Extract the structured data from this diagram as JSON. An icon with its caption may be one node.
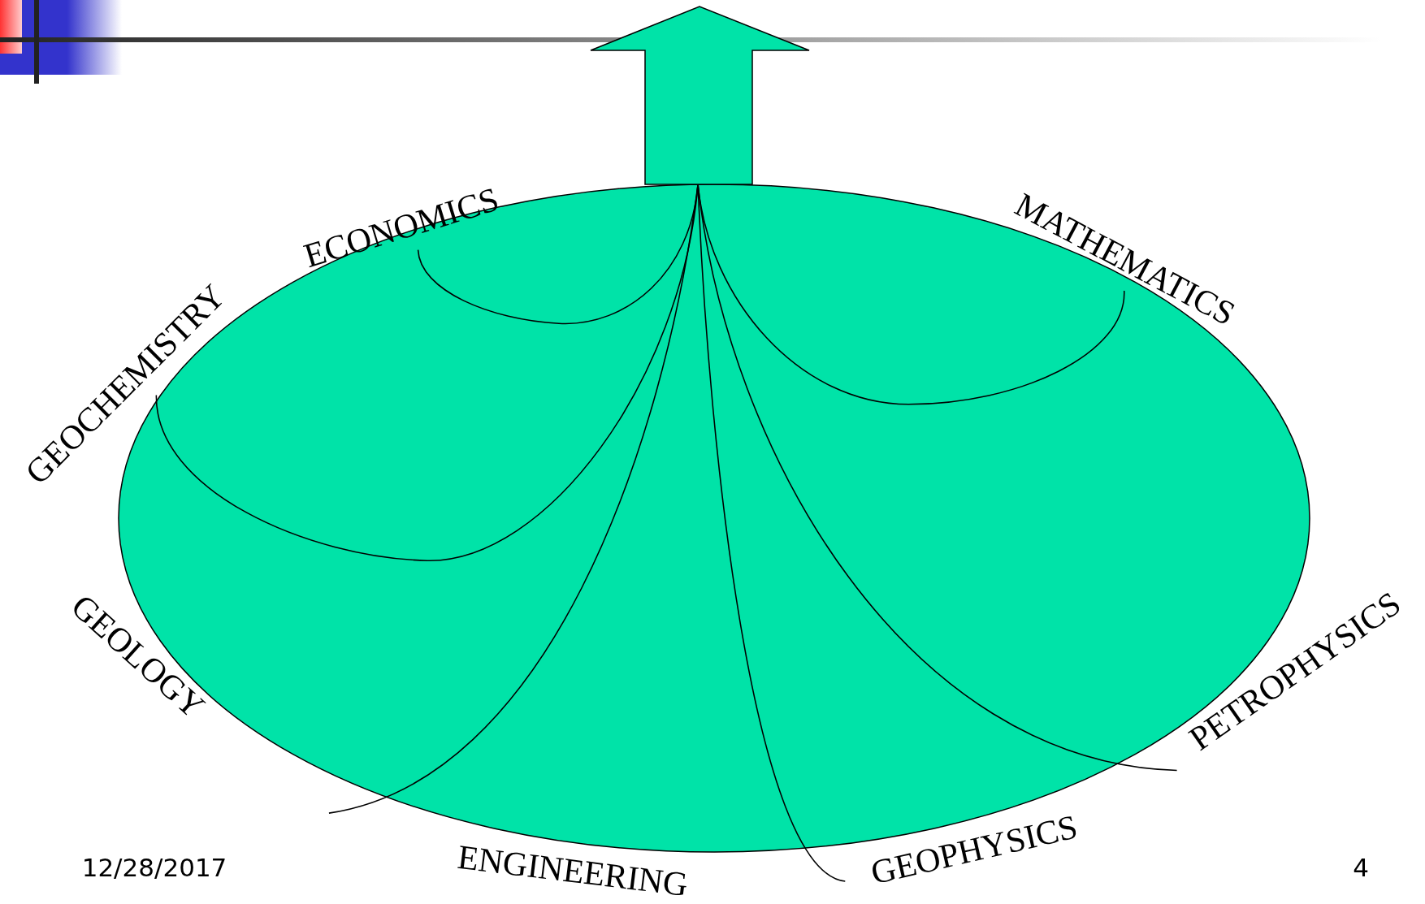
{
  "diagram": {
    "labels": [
      "ECONOMICS",
      "MATHEMATICS",
      "GEOCHEMISTRY",
      "GEOLOGY",
      "PETROPHYSICS",
      "GEOPHYSICS",
      "ENGINEERING",
      "12/28/2017",
      "4"
    ]
  }
}
